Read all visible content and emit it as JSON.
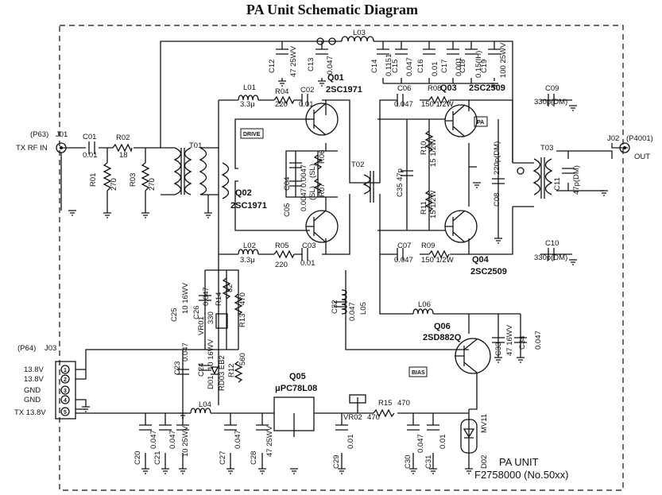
{
  "title": "PA Unit Schematic Diagram",
  "unit": {
    "name": "PA UNIT",
    "part_number": "F2758000 (No.50xx)"
  },
  "labels": {
    "p63": "(P63)",
    "j01": "J01",
    "tx_rf_in": "TX RF IN",
    "c01": "C01",
    "c01_val": "0.01",
    "r02": "R02",
    "r02_val": "18",
    "r01": "R01",
    "r01_val": "270",
    "r03": "R03",
    "r03_val": "270",
    "t01": "T01",
    "c12": "C12",
    "c12_val": "47 25WV",
    "c13": "C13",
    "c13_val": "0.047",
    "l03": "L03",
    "c14": "C14",
    "c14_val": "0.1151",
    "c15": "C15",
    "c15_val": "0.047",
    "c16": "C16",
    "c16_val": "0.01",
    "c17": "C17",
    "c17_val": "0.001",
    "c18": "C18",
    "c18_val": "0.15(IH)",
    "c19": "C19",
    "c19_val": "100 25WV",
    "l01": "L01",
    "l01_val": "3.3μ",
    "r04": "R04",
    "r04_val": "220",
    "c02": "C02",
    "c02_val": "0.01",
    "q01": "Q01",
    "q01_part": "2SC1971",
    "drive_tag": "DRIVE",
    "c04": "C04",
    "c04_val": "0.0047",
    "c04_sub": "(SL)",
    "r06": "R06",
    "c05": "C05",
    "c05_val": "0.0047",
    "c05_sub": "(SL)",
    "r07": "R07",
    "q02": "Q02",
    "q02_part": "2SC1971",
    "l02": "L02",
    "l02_val": "3.3μ",
    "r05": "R05",
    "r05_val": "220",
    "c03": "C03",
    "c03_val": "0.01",
    "t02": "T02",
    "c06": "C06",
    "c06_val": "0.047",
    "r08": "R08",
    "r08_val": "150 1/2W",
    "q03": "Q03",
    "q03_part": "2SC2509",
    "pa_tag": "PA",
    "r10": "R10",
    "r10_val": "15 1/2W",
    "c35": "C35 47p",
    "r11": "R11",
    "r11_val": "15 1/2W",
    "c08": "C08",
    "c08_val": "220p(DM)",
    "c07": "C07",
    "c07_val": "0.047",
    "r09": "R09",
    "r09_val": "150 1/2W",
    "q04": "Q04",
    "q04_part": "2SC2509",
    "c09": "C09",
    "c09_val": "330p(DM)",
    "t03": "T03",
    "c11": "C11",
    "c11_val": "47p(DM)",
    "c10": "C10",
    "c10_val": "330p(DM)",
    "j02": "J02",
    "p4001": "(P4001)",
    "out": "OUT",
    "c25": "C25",
    "c25_val": "10 16WV",
    "c26": "C26",
    "c26_val": "0.047",
    "r14": "R14",
    "r14_val": "82",
    "r13": "R13",
    "r13_val": "470",
    "vr01": "VR01",
    "vr01_val": "330",
    "c32": "C32",
    "c32_val": "0.047",
    "l05": "L05",
    "l06": "L06",
    "q06": "Q06",
    "q06_part": "2SD882Q",
    "bias_tag": "BIAS",
    "c33": "C33",
    "c33_val": "47 16WV",
    "c34": "C34",
    "c34_val": "0.047",
    "p64": "(P64)",
    "j03": "J03",
    "pin1": "13.8V",
    "pin2": "13.8V",
    "pin3": "GND",
    "pin4": "GND",
    "pin5": "TX 13.8V",
    "c23": "C23",
    "c23_val": "0.047",
    "c24": "C24",
    "c24_val": "10 16WV",
    "d01": "D01",
    "rd03": "RD03 EB2",
    "r12": "R12",
    "r12_val": "560",
    "l04": "L04",
    "c20": "C20",
    "c20_val": "0.047",
    "c21": "C21",
    "c21_val": "0.047",
    "c22_val": "10 25WV",
    "c27": "C27",
    "c27_val": "0.047",
    "c28": "C28",
    "c28_val": "47 25WV",
    "q05": "Q05",
    "q05_part": "μPC78L08",
    "c29": "C29",
    "c29_val": "0.01",
    "vr02": "VR02",
    "vr02_val": "470",
    "r15": "R15",
    "r15_val": "470",
    "c30": "C30",
    "c30_val": "0.047",
    "c31": "C31",
    "c31_val": "0.01",
    "d02": "D02",
    "mv11": "MV11"
  }
}
